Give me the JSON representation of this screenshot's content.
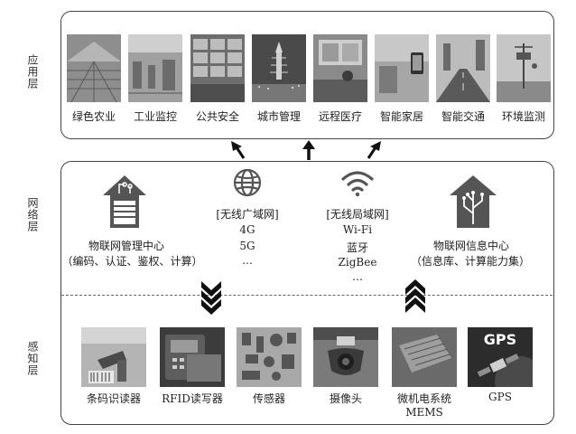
{
  "layers": {
    "application": "应用层",
    "network": "网络层",
    "perception": "感知层"
  },
  "applications": [
    {
      "label": "绿色农业",
      "icon": "greenhouse-photo"
    },
    {
      "label": "工业监控",
      "icon": "factory-photo"
    },
    {
      "label": "公共安全",
      "icon": "monitor-wall-photo"
    },
    {
      "label": "城市管理",
      "icon": "city-pagoda-photo"
    },
    {
      "label": "远程医疗",
      "icon": "telemedicine-photo"
    },
    {
      "label": "智能家居",
      "icon": "smart-home-photo"
    },
    {
      "label": "智能交通",
      "icon": "traffic-road-photo"
    },
    {
      "label": "环境监测",
      "icon": "monitoring-station-photo"
    }
  ],
  "network": {
    "management_center": {
      "title": "物联网管理中心",
      "detail": "（编码、认证、鉴权、计算）",
      "icon": "house-circuit-icon"
    },
    "wan": {
      "title": "[无线广域网]",
      "items": [
        "4G",
        "5G",
        "…"
      ],
      "icon": "globe-icon"
    },
    "lan": {
      "title": "[无线局域网]",
      "items": [
        "Wi-Fi",
        "蓝牙",
        "ZigBee",
        "…"
      ],
      "icon": "wifi-icon"
    },
    "info_center": {
      "title": "物联网信息中心",
      "detail": "（信息库、计算能力集）",
      "icon": "house-tree-icon"
    }
  },
  "perception": [
    {
      "label": "条码识读器",
      "icon": "barcode-scanner-photo"
    },
    {
      "label": "RFID读写器",
      "icon": "rfid-reader-photo"
    },
    {
      "label": "传感器",
      "icon": "sensors-photo"
    },
    {
      "label": "摄像头",
      "icon": "camera-photo"
    },
    {
      "label": "微机电系统",
      "label2": "MEMS",
      "icon": "mems-chip-photo"
    },
    {
      "label": "GPS",
      "icon": "gps-photo",
      "overlay": "GPS"
    }
  ],
  "colors": {
    "border": "#444444",
    "icon_dark": "#555555",
    "photo": "#9a9a9a"
  }
}
